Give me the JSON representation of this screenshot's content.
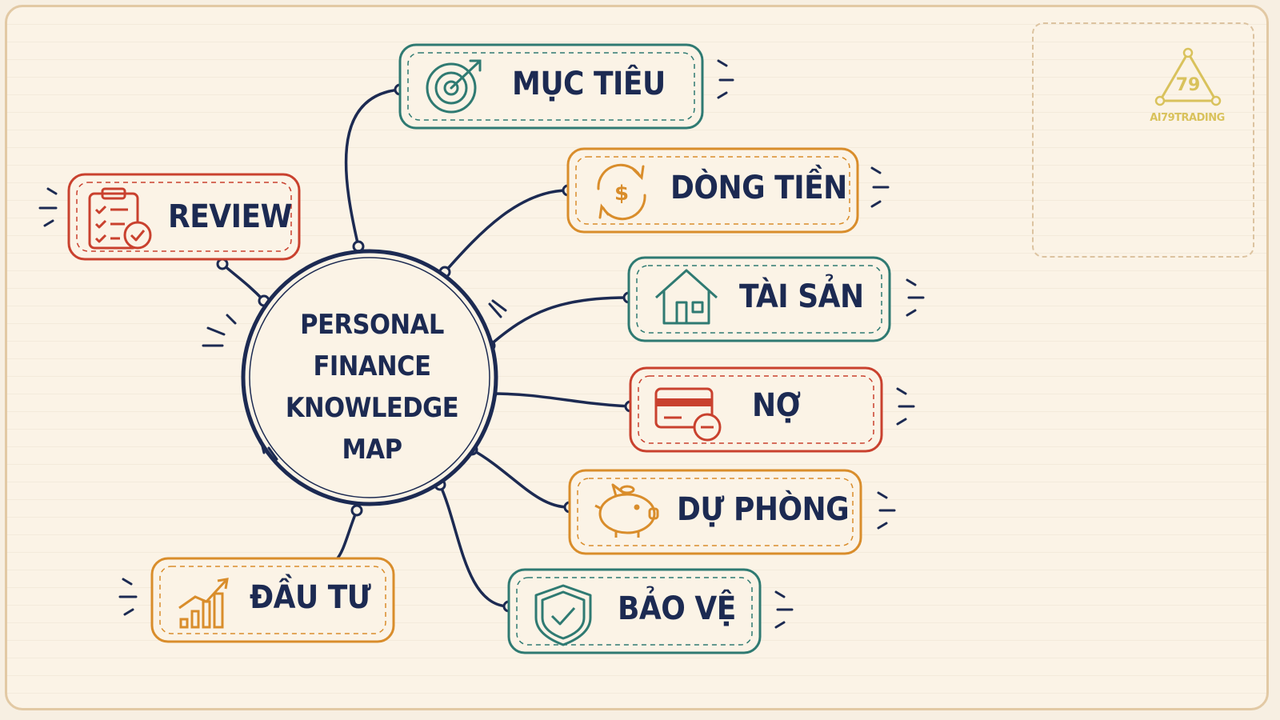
{
  "center": {
    "line1": "PERSONAL",
    "line2": "FINANCE",
    "line3": "KNOWLEDGE MAP"
  },
  "nodes": {
    "muc_tieu": {
      "label": "MỤC TIÊU",
      "icon": "target-icon",
      "color": "#2f7a72"
    },
    "dong_tien": {
      "label": "DÒNG TIỀN",
      "icon": "cash-flow-icon",
      "color": "#d98d2b"
    },
    "tai_san": {
      "label": "TÀI SẢN",
      "icon": "house-icon",
      "color": "#2f7a72"
    },
    "no": {
      "label": "NỢ",
      "icon": "credit-card-minus-icon",
      "color": "#c9412e"
    },
    "du_phong": {
      "label": "DỰ PHÒNG",
      "icon": "piggy-bank-icon",
      "color": "#d98d2b"
    },
    "bao_ve": {
      "label": "BẢO VỆ",
      "icon": "shield-check-icon",
      "color": "#2f7a72"
    },
    "dau_tu": {
      "label": "ĐẦU TƯ",
      "icon": "growth-chart-icon",
      "color": "#d98d2b"
    },
    "review": {
      "label": "REVIEW",
      "icon": "checklist-icon",
      "color": "#c9412e"
    }
  },
  "logo": {
    "text": "AI79TRADING",
    "mark": "79",
    "color": "#d9c25c"
  },
  "colors": {
    "ink": "#1c2a52",
    "background": "#fbf3e6"
  }
}
